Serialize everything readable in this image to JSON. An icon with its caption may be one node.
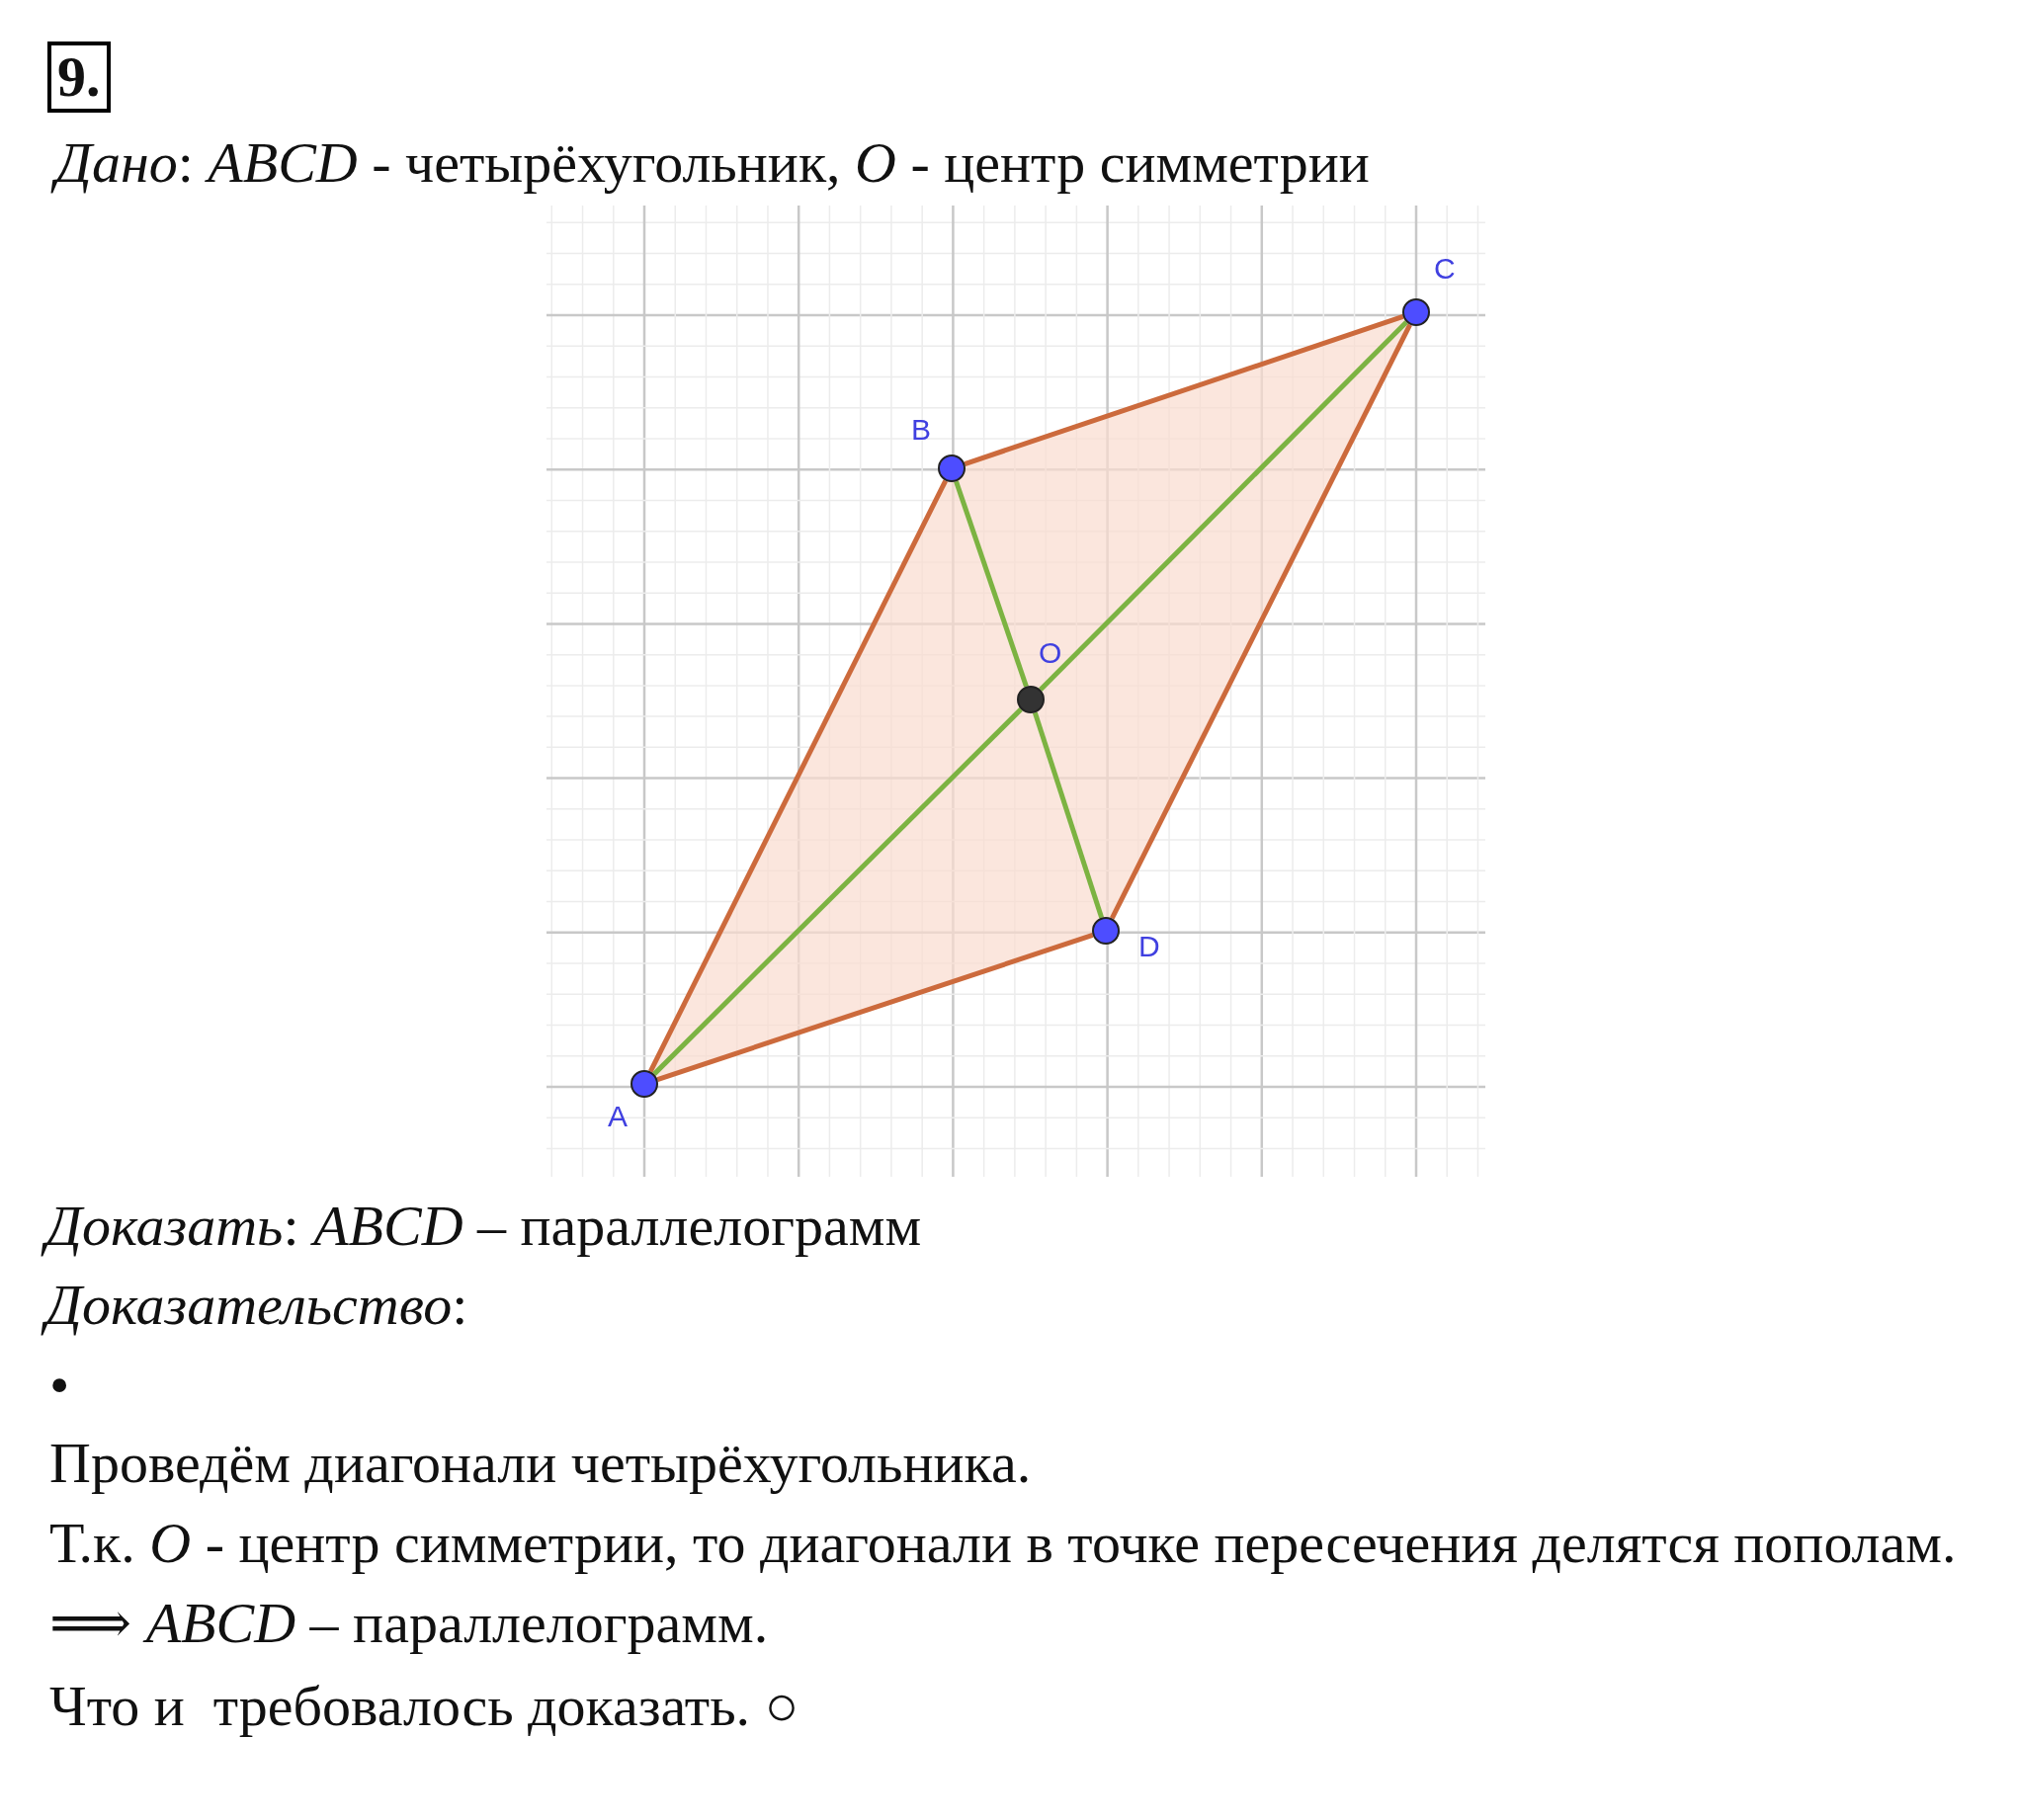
{
  "diagram": {
    "nodes": [
      {
        "text": [
          "C"
        ]
      },
      {
        "text": [
          "B"
        ]
      },
      {
        "text": [
          "O"
        ]
      },
      {
        "text": [
          "D"
        ]
      },
      {
        "text": [
          "A"
        ]
      }
    ],
    "edges": [
      {
        "from": 4,
        "to": 1,
        "arrow": "none"
      },
      {
        "from": 1,
        "to": 0,
        "arrow": "none"
      },
      {
        "from": 0,
        "to": 3,
        "arrow": "none"
      },
      {
        "from": 3,
        "to": 4,
        "arrow": "none"
      },
      {
        "from": 4,
        "to": 2,
        "arrow": "none",
        "color": "#7cb342"
      },
      {
        "from": 2,
        "to": 0,
        "arrow": "none",
        "color": "#7cb342"
      },
      {
        "from": 1,
        "to": 2,
        "arrow": "none",
        "color": "#7cb342"
      },
      {
        "from": 2,
        "to": 3,
        "arrow": "none",
        "color": "#7cb342"
      }
    ],
    "labels": [
      "9.",
      "*Дано*: *ABCD* - четырёхугольник, *O* - центр симметрии",
      "*Доказать*: *ABCD* – параллелограмм",
      "*Доказательство*:",
      "•",
      "Проведём диагонали четырёхугольника.",
      "Т.к. *O* - центр симметрии, то диагонали в точке пересечения делятся пополам.",
      "⟹ *ABCD* – параллелограмм.",
      "Что и  требовалось доказать. ○"
    ]
  }
}
